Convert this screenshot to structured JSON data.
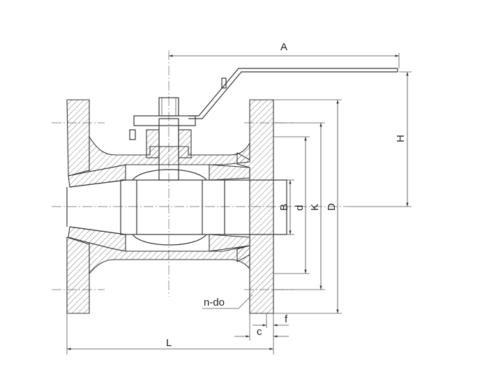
{
  "labels": {
    "A": "A",
    "H": "H",
    "B": "B",
    "d": "d",
    "K": "K",
    "D": "D",
    "L": "L",
    "c": "c",
    "f": "f",
    "n_do": "n-do"
  }
}
